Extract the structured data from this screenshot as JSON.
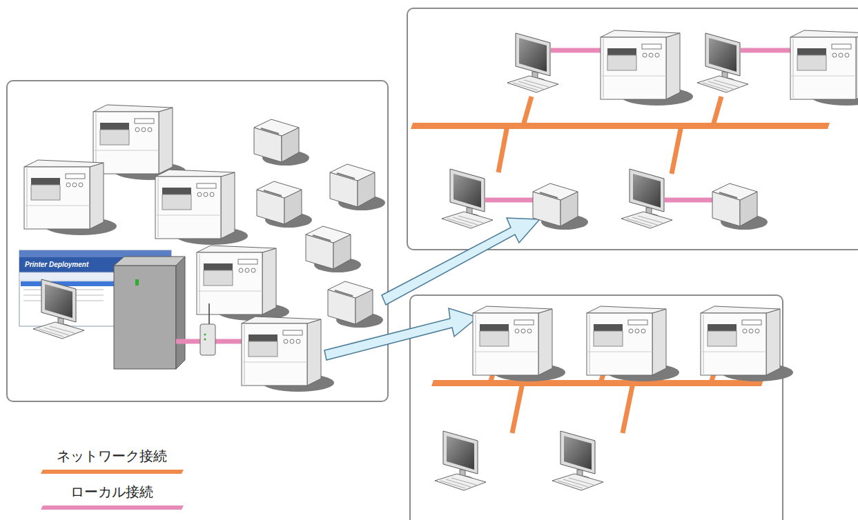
{
  "diagram": {
    "labels": [
      "Printer Deployment"
    ],
    "legend": [
      {
        "text": "ネットワーク接続"
      },
      {
        "text": "ローカル接続"
      }
    ]
  }
}
